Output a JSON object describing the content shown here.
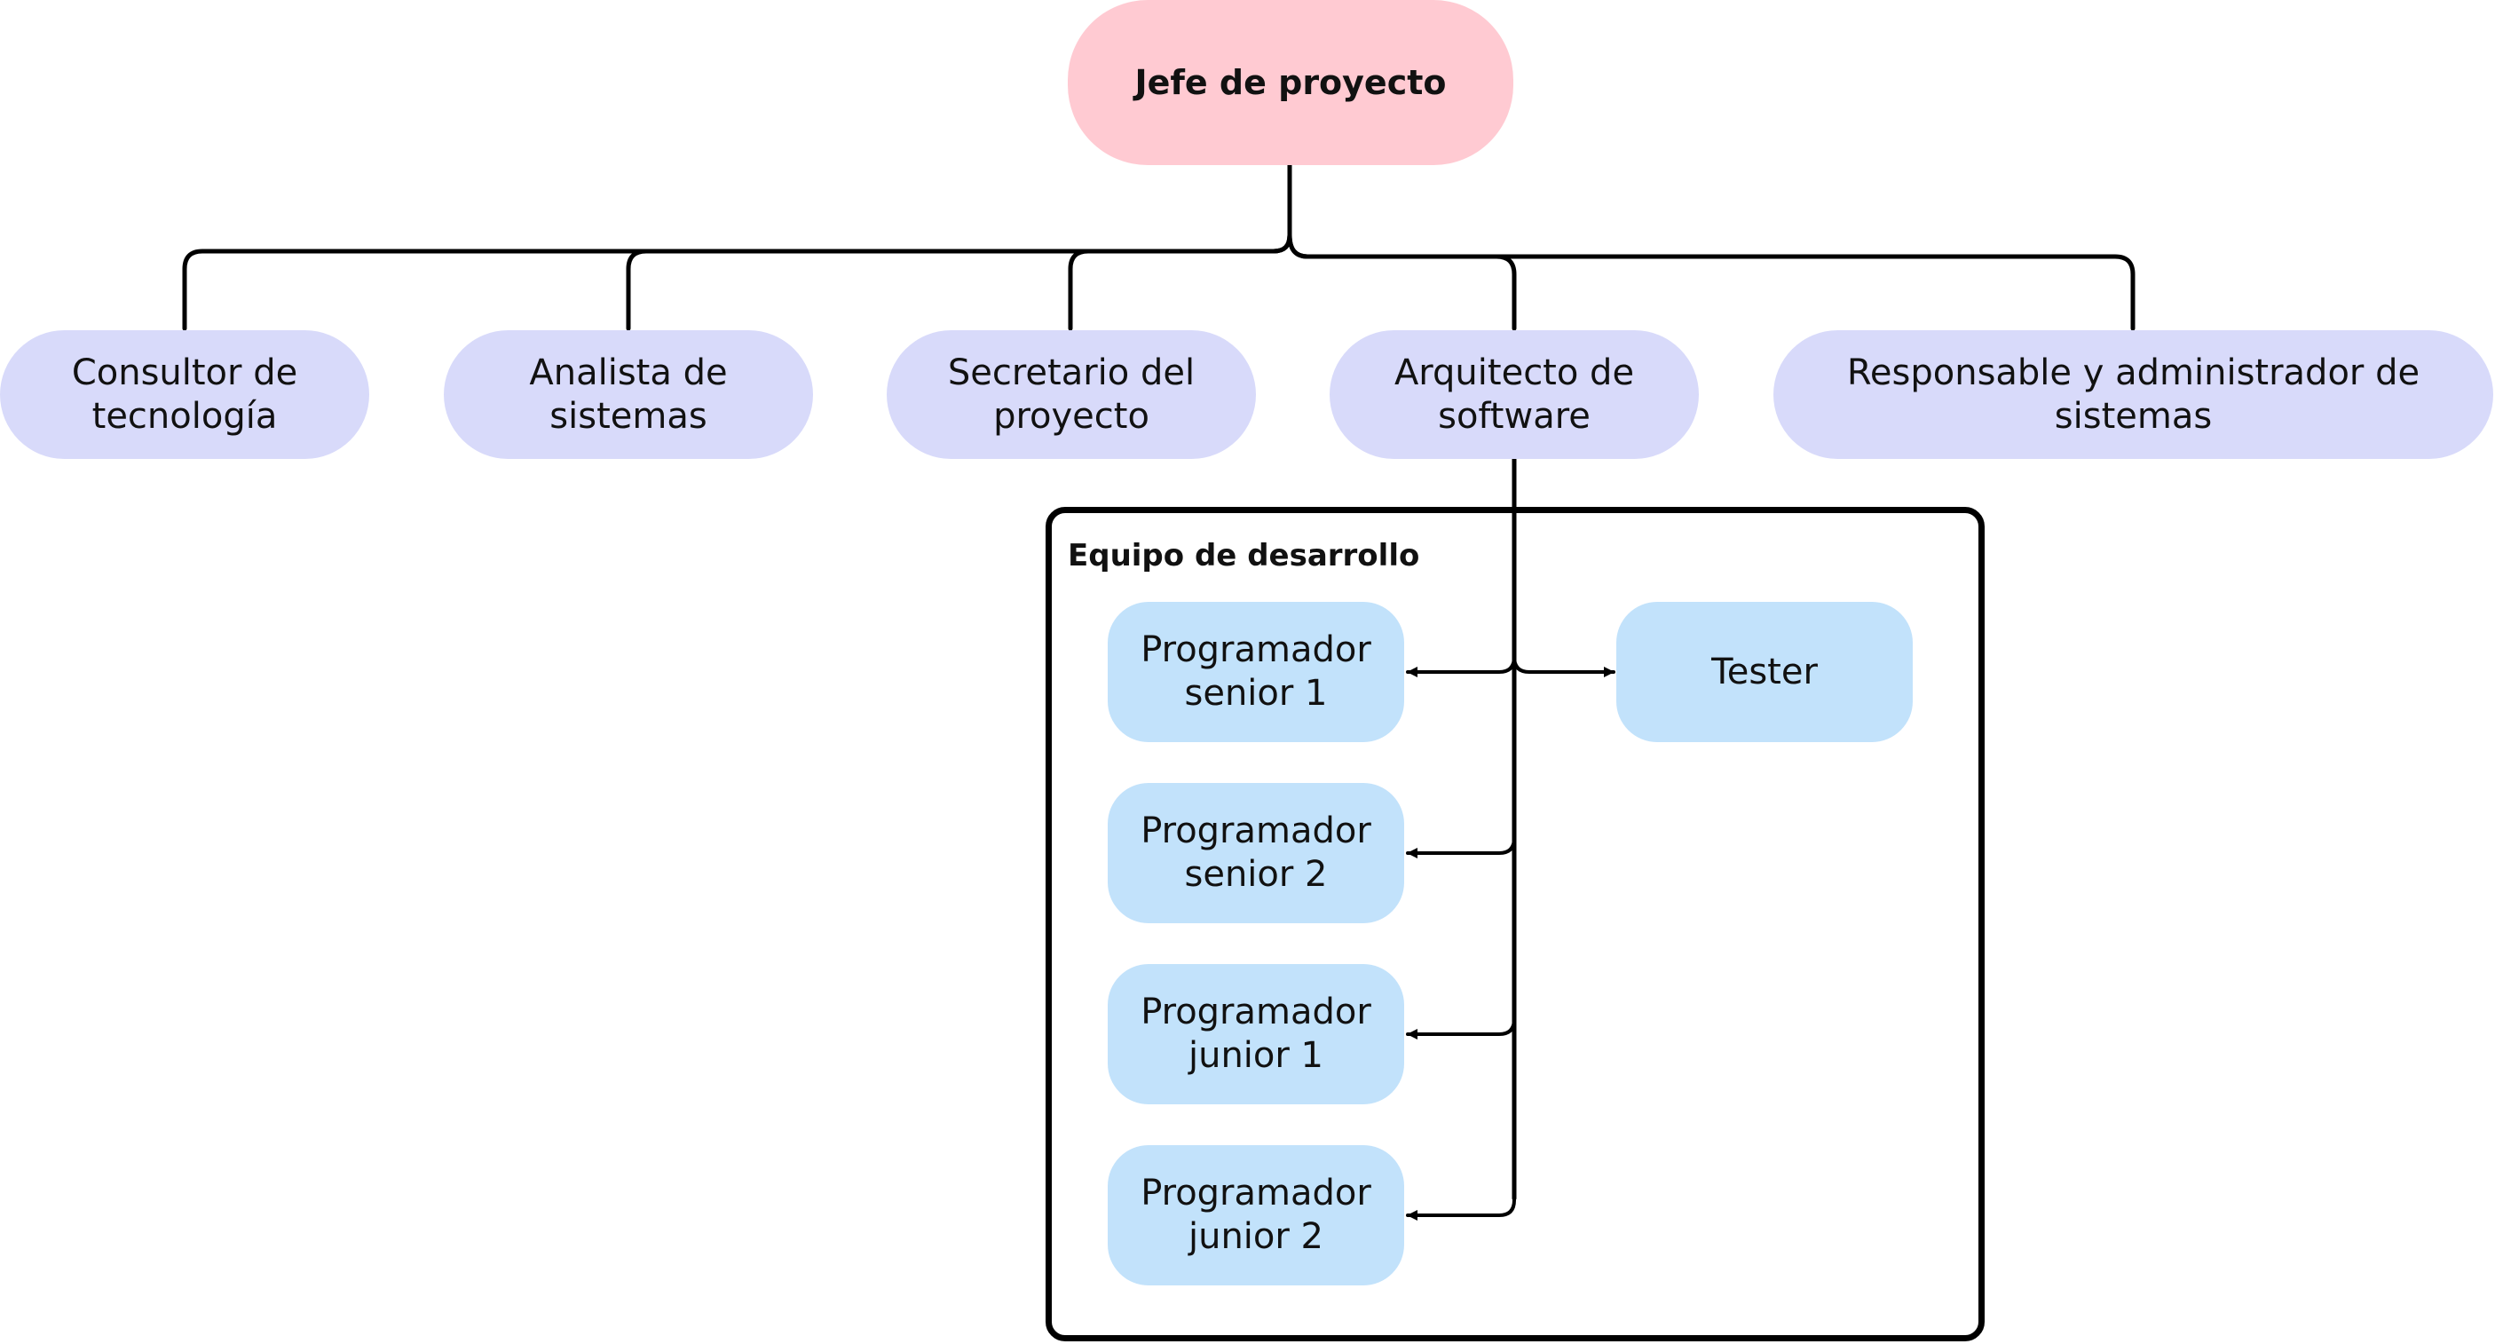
{
  "root": {
    "label": "Jefe de proyecto"
  },
  "roles": [
    {
      "label": "Consultor de\ntecnología"
    },
    {
      "label": "Analista de\nsistemas"
    },
    {
      "label": "Secretario del\nproyecto"
    },
    {
      "label": "Arquitecto de\nsoftware"
    },
    {
      "label": "Responsable y administrador de\nsistemas"
    }
  ],
  "team": {
    "title": "Equipo de desarrollo",
    "members": [
      {
        "label": "Programador\nsenior 1"
      },
      {
        "label": "Programador\nsenior 2"
      },
      {
        "label": "Programador\njunior 1"
      },
      {
        "label": "Programador\njunior 2"
      },
      {
        "label": "Tester"
      }
    ]
  },
  "colors": {
    "root_fill": "#ffcad2",
    "role_fill": "#d8dafa",
    "team_fill": "#c2e2fb",
    "line": "#000000"
  }
}
